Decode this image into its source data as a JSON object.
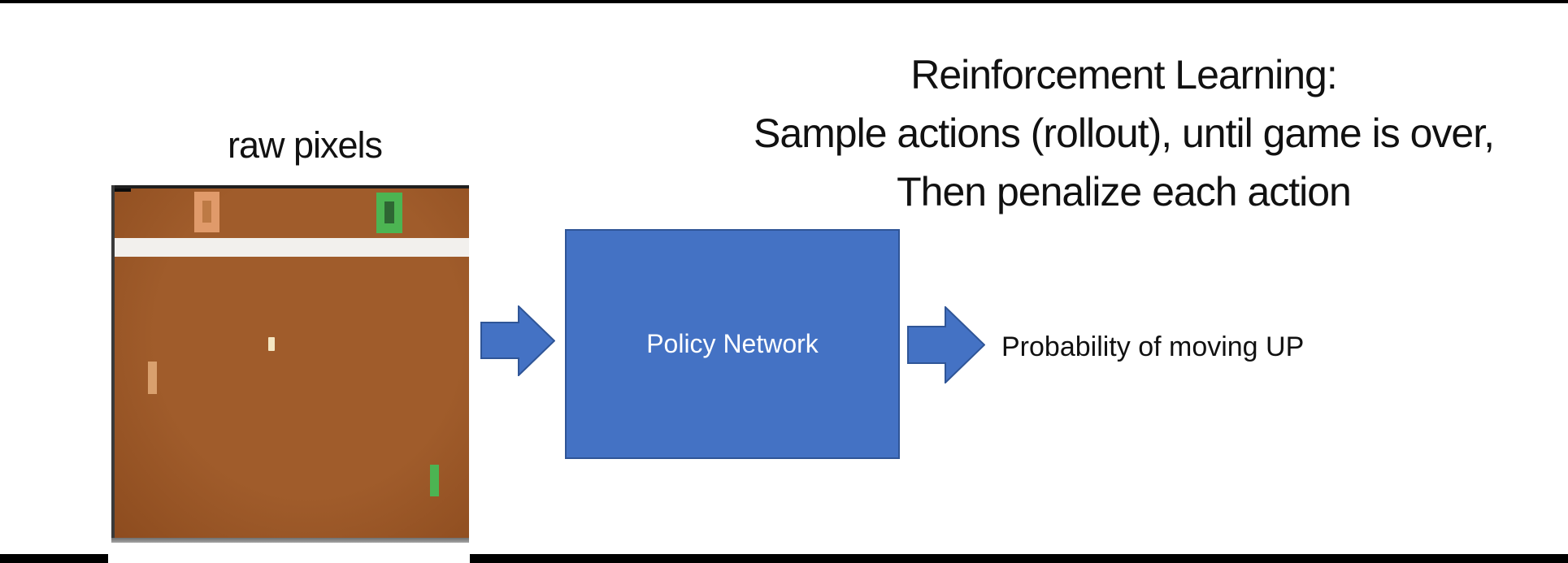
{
  "title": {
    "lines": [
      "Reinforcement Learning:",
      "Sample actions (rollout), until game is over,",
      "Then penalize each action"
    ]
  },
  "pipeline": {
    "input_label": "raw pixels",
    "box_label": "Policy Network",
    "output_label": "Probability of moving UP"
  },
  "game": {
    "left_score": "0",
    "right_score": "0"
  },
  "colors": {
    "accent_blue": "#4472c4",
    "accent_blue_border": "#2f5597",
    "field_brown": "#a05c2b",
    "field_brown_dark": "#8c4b1e",
    "score_orange": "#e09a6a",
    "score_orange_hole": "#bd7a45",
    "paddle_orange": "#d9a06e",
    "score_green": "#4cb452",
    "score_green_hole": "#2e6633",
    "paddle_green": "#4cb452",
    "ball_cream": "#f4e6c2",
    "divider_white": "#f2f0ed",
    "bar_black": "#000000",
    "text_black": "#111111"
  }
}
